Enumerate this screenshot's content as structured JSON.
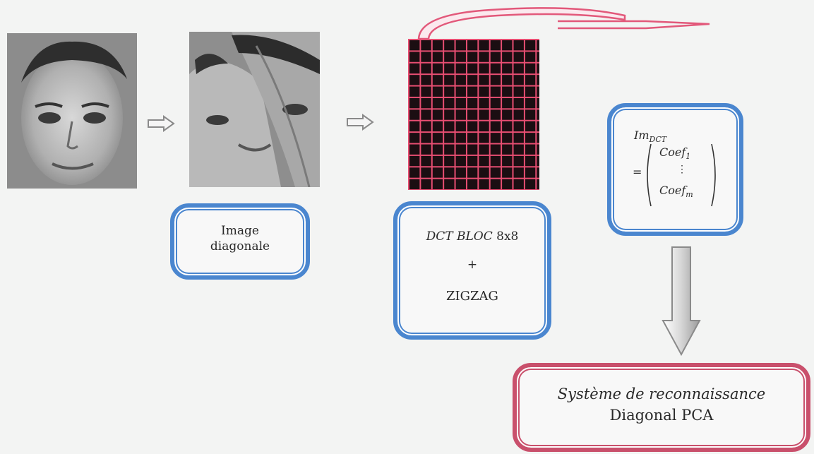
{
  "images": {
    "face_original": "face-photo",
    "face_diagonal": "diagonal-face-photo",
    "dct_grid": "dct-block-grid"
  },
  "boxes": {
    "image_diagonale": {
      "line1": "Image",
      "line2": "diagonale"
    },
    "dct": {
      "line1_italic": "DCT BLOC",
      "line1_suffix": "8x8",
      "plus": "+",
      "zigzag": "ZIGZAG"
    },
    "vector": {
      "im": "Im",
      "im_sub": "DCT",
      "equals": "=",
      "coef": "Coef",
      "coef_sub1": "1",
      "dots": "⋮",
      "coef_subm": "m"
    },
    "recognition": {
      "line1": "Système de reconnaissance",
      "line2": "Diagonal PCA"
    }
  },
  "colors": {
    "blue_border": "#4a86cf",
    "red_border": "#c9506c",
    "grid_line": "#e84e72",
    "grid_fill": "#1b0e12",
    "curved_arrow": "#e2587a"
  },
  "icons": {
    "small_arrow_1": "right-arrow-icon",
    "small_arrow_2": "right-arrow-icon",
    "curved_arrow": "curved-arrow-icon",
    "down_arrow": "down-arrow-icon"
  }
}
